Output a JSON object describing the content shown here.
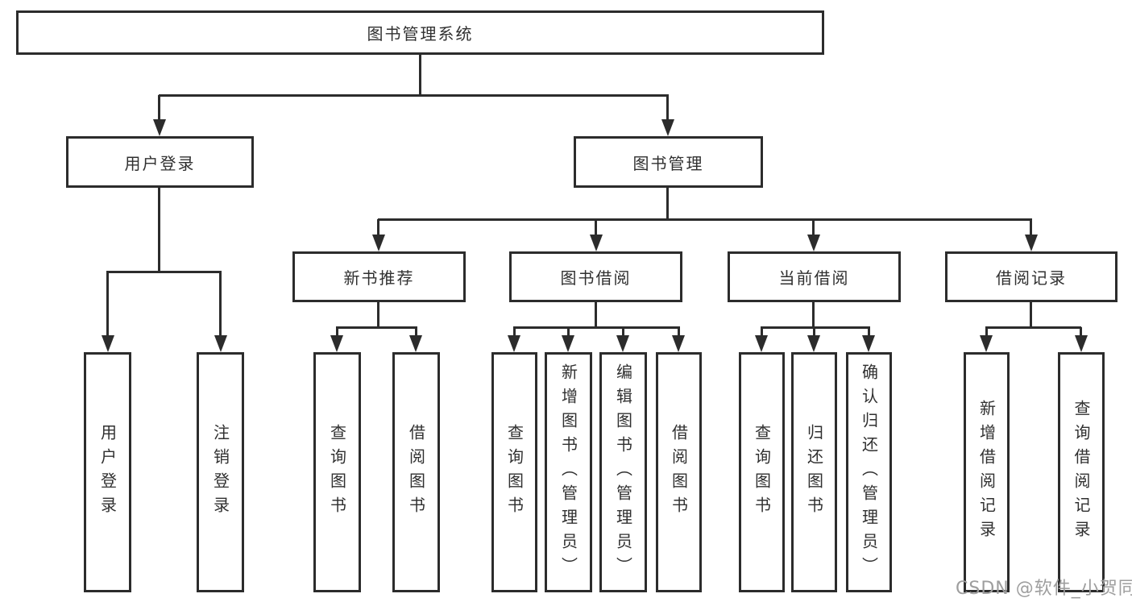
{
  "diagram_type": "hierarchy-tree",
  "tree": {
    "root": {
      "label": "图书管理系统",
      "children": [
        {
          "label": "用户登录",
          "children": [
            {
              "label": "用户登录"
            },
            {
              "label": "注销登录"
            }
          ]
        },
        {
          "label": "图书管理",
          "children": [
            {
              "label": "新书推荐",
              "children": [
                {
                  "label": "查询图书"
                },
                {
                  "label": "借阅图书"
                }
              ]
            },
            {
              "label": "图书借阅",
              "children": [
                {
                  "label": "查询图书"
                },
                {
                  "label": "新增图书（管理员）"
                },
                {
                  "label": "编辑图书（管理员）"
                },
                {
                  "label": "借阅图书"
                }
              ]
            },
            {
              "label": "当前借阅",
              "children": [
                {
                  "label": "查询图书"
                },
                {
                  "label": "归还图书"
                },
                {
                  "label": "确认归还（管理员）"
                }
              ]
            },
            {
              "label": "借阅记录",
              "children": [
                {
                  "label": "新增借阅记录"
                },
                {
                  "label": "查询借阅记录"
                }
              ]
            }
          ]
        }
      ]
    }
  },
  "watermark": {
    "text": "CSDN @软件_小贺同学"
  },
  "colors": {
    "line": "#2c2c2c",
    "text": "#303030",
    "watermark": "#9e9e9e",
    "background": "#ffffff"
  }
}
